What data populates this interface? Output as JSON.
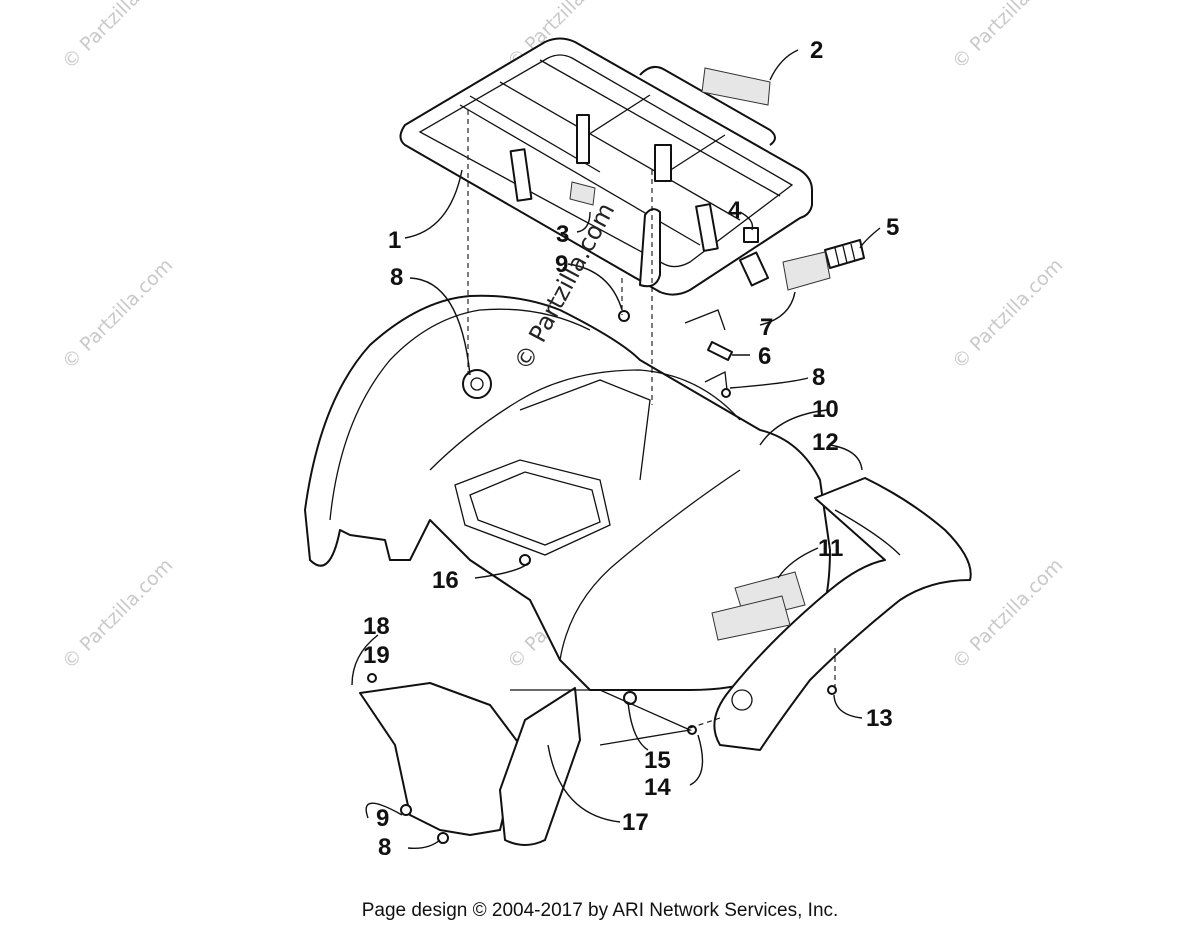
{
  "footer": {
    "text": "Page design © 2004-2017 by ARI Network Services, Inc."
  },
  "watermark": {
    "corner_text": "© Partzilla.com",
    "center_text": "© Partzilla.com"
  },
  "callouts": [
    {
      "id": "c1",
      "label": "1"
    },
    {
      "id": "c2",
      "label": "2"
    },
    {
      "id": "c3",
      "label": "3"
    },
    {
      "id": "c4",
      "label": "4"
    },
    {
      "id": "c5",
      "label": "5"
    },
    {
      "id": "c6",
      "label": "6"
    },
    {
      "id": "c7",
      "label": "7"
    },
    {
      "id": "c8a",
      "label": "8"
    },
    {
      "id": "c8b",
      "label": "8"
    },
    {
      "id": "c8c",
      "label": "8"
    },
    {
      "id": "c9a",
      "label": "9"
    },
    {
      "id": "c9b",
      "label": "9"
    },
    {
      "id": "c10",
      "label": "10"
    },
    {
      "id": "c11",
      "label": "11"
    },
    {
      "id": "c12",
      "label": "12"
    },
    {
      "id": "c13",
      "label": "13"
    },
    {
      "id": "c14",
      "label": "14"
    },
    {
      "id": "c15",
      "label": "15"
    },
    {
      "id": "c16",
      "label": "16"
    },
    {
      "id": "c17",
      "label": "17"
    },
    {
      "id": "c18",
      "label": "18"
    },
    {
      "id": "c19",
      "label": "19"
    }
  ]
}
